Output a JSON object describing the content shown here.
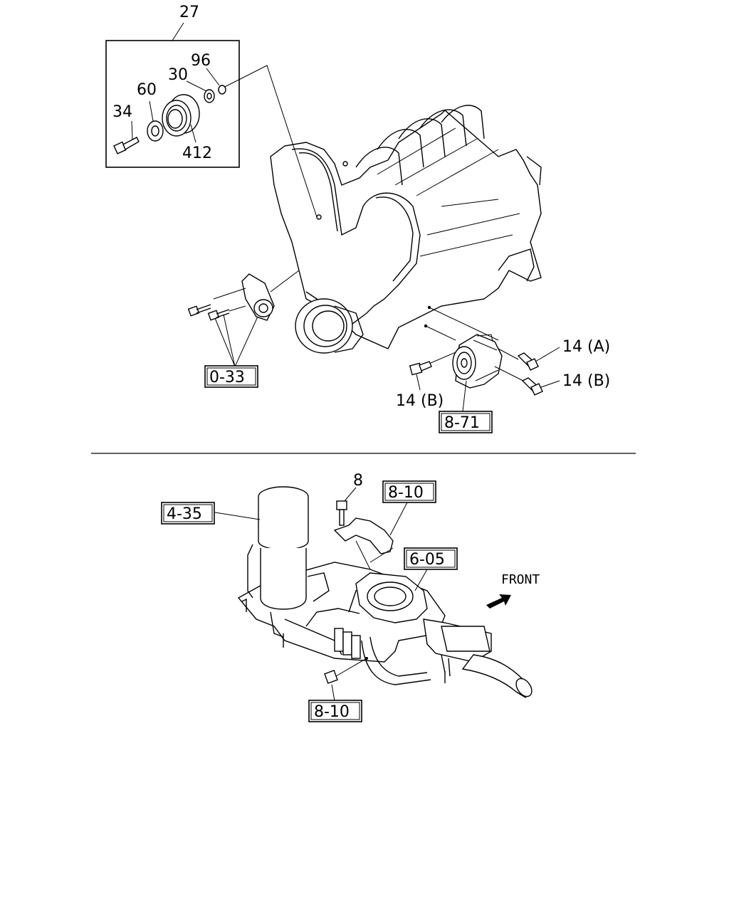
{
  "callouts": {
    "c27": "27",
    "c96": "96",
    "c30": "30",
    "c60": "60",
    "c34": "34",
    "c412": "412",
    "c14a": "14 (A)",
    "c14b_right": "14 (B)",
    "c14b_left": "14 (B)",
    "c8_bolt": "8"
  },
  "ref_boxes": {
    "r0_33": "0-33",
    "r8_71": "8-71",
    "r8_10_top": "8-10",
    "r4_35": "4-35",
    "r6_05": "6-05",
    "r8_10_bottom": "8-10"
  },
  "direction": {
    "front": "FRONT"
  }
}
